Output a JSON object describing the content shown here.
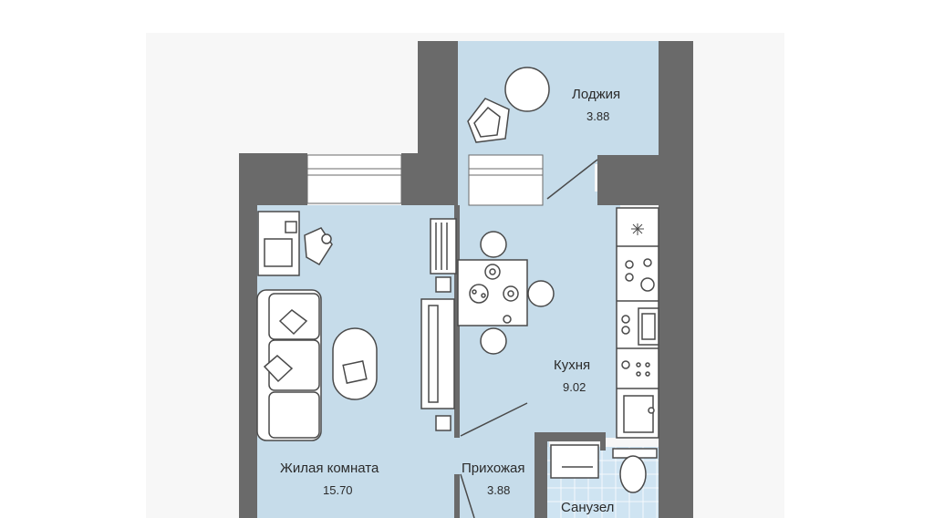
{
  "colors": {
    "floor": "#c6dcea",
    "wall": "#6a6a6a",
    "furniture": "#ffffff",
    "furniture_stroke": "#4a4a4a",
    "tile": "#cfe4f2",
    "text": "#2b2b2b"
  },
  "rooms": {
    "loggia": {
      "name": "Лоджия",
      "area": "3.88"
    },
    "kitchen": {
      "name": "Кухня",
      "area": "9.02"
    },
    "living": {
      "name": "Жилая комната",
      "area": "15.70"
    },
    "hallway": {
      "name": "Прихожая",
      "area": "3.88"
    },
    "bathroom": {
      "name": "Санузел"
    }
  }
}
